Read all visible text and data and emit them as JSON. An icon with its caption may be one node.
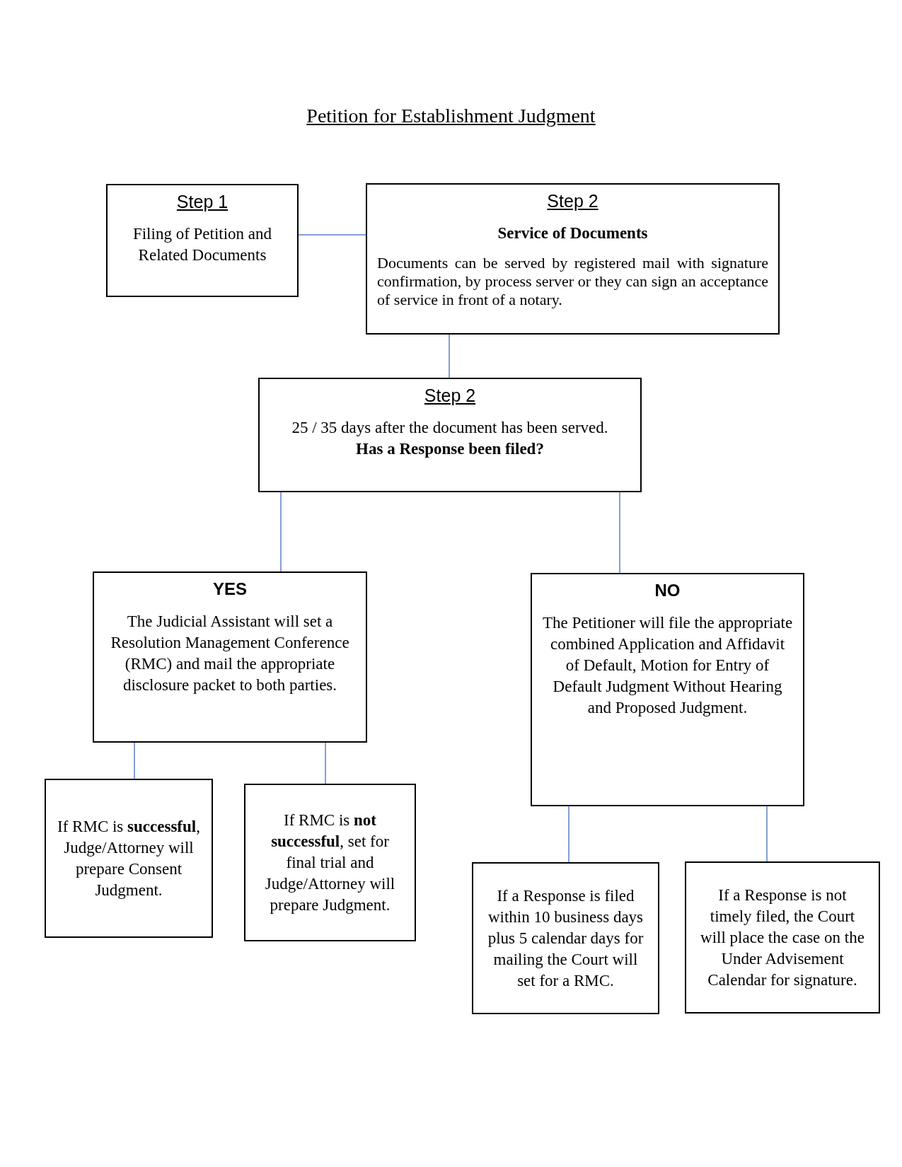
{
  "diagram": {
    "title": "Petition for Establishment Judgment",
    "nodes": [
      {
        "text": [
          "Step 1",
          "Filing of Petition and Related Documents"
        ]
      },
      {
        "text": [
          "Step 2",
          "Service of Documents",
          "Documents can be served by registered mail with signature confirmation, by process server or they can sign an acceptance of service in front of a notary."
        ]
      },
      {
        "text": [
          "Step 2",
          "25 / 35 days after the document has been served.",
          "Has a Response been filed?"
        ]
      },
      {
        "text": [
          "YES",
          "The Judicial Assistant will set a Resolution Management Conference (RMC) and mail the appropriate disclosure packet to both parties."
        ]
      },
      {
        "text": [
          "NO",
          "The Petitioner will file the appropriate combined Application and Affidavit of Default, Motion for Entry of Default Judgment Without Hearing and Proposed Judgment."
        ]
      },
      {
        "text": [
          "If RMC is **successful**, Judge/Attorney will prepare Consent Judgment."
        ]
      },
      {
        "text": [
          "If RMC is **not successful**, set for final trial and Judge/Attorney will prepare Judgment."
        ]
      },
      {
        "text": [
          "If a Response is filed within 10 business days plus 5 calendar days for mailing the Court will set for a RMC."
        ]
      },
      {
        "text": [
          "If a Response is not timely filed, the Court will place the case on the Under Advisement Calendar for signature."
        ]
      }
    ],
    "edges": [
      {
        "from": 0,
        "to": 1,
        "arrow": "none"
      },
      {
        "from": 1,
        "to": 2,
        "arrow": "none"
      },
      {
        "from": 2,
        "to": 3,
        "arrow": "none"
      },
      {
        "from": 2,
        "to": 4,
        "arrow": "none"
      },
      {
        "from": 3,
        "to": 5,
        "arrow": "none"
      },
      {
        "from": 3,
        "to": 6,
        "arrow": "none"
      },
      {
        "from": 4,
        "to": 7,
        "arrow": "none"
      },
      {
        "from": 4,
        "to": 8,
        "arrow": "none"
      }
    ]
  }
}
